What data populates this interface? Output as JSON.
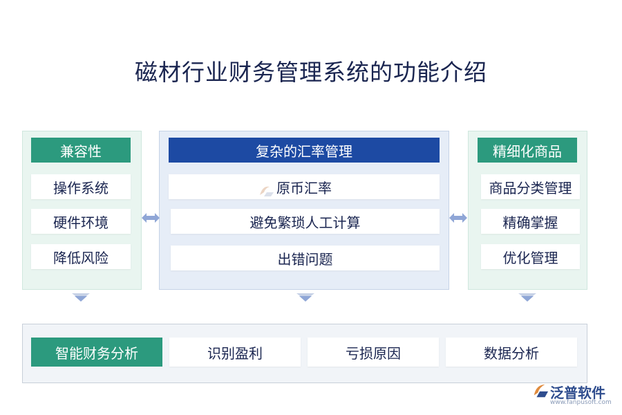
{
  "title": "磁材行业财务管理系统的功能介绍",
  "left_panel": {
    "header": "兼容性",
    "items": [
      "操作系统",
      "硬件环境",
      "降低风险"
    ]
  },
  "center_panel": {
    "header": "复杂的汇率管理",
    "items": [
      "原币汇率",
      "避免繁琐人工计算",
      "出错问题"
    ]
  },
  "right_panel": {
    "header": "精细化商品",
    "items": [
      "商品分类管理",
      "精确掌握",
      "优化管理"
    ]
  },
  "bottom_panel": {
    "header": "智能财务分析",
    "items": [
      "识别盈利",
      "亏损原因",
      "数据分析"
    ]
  },
  "logo": {
    "name": "泛普软件",
    "url": "www.fanpusoft.com"
  },
  "colors": {
    "title": "#1a2550",
    "teal": "#2c9a7e",
    "navy": "#1d4aa3",
    "arrow": "#8fa6d6"
  }
}
